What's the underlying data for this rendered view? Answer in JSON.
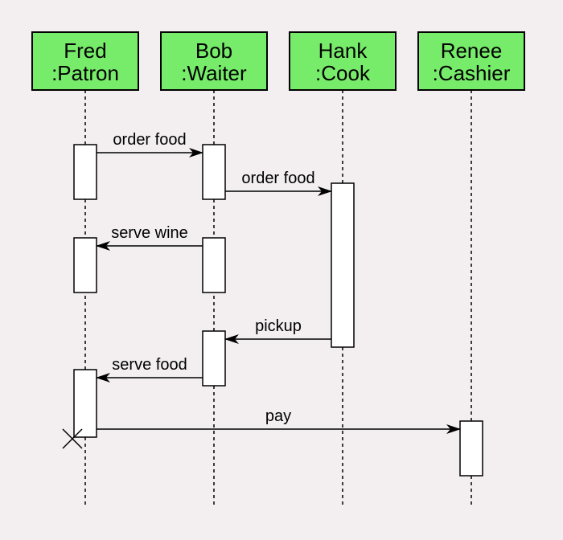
{
  "diagram": {
    "type": "sequence",
    "colors": {
      "background": "#f3eff0",
      "participant_fill": "#77ec6a",
      "stroke": "#000000",
      "activation_fill": "#ffffff"
    },
    "participants": [
      {
        "id": "fred",
        "name": "Fred",
        "role": ":Patron"
      },
      {
        "id": "bob",
        "name": "Bob",
        "role": ":Waiter"
      },
      {
        "id": "hank",
        "name": "Hank",
        "role": ":Cook"
      },
      {
        "id": "renee",
        "name": "Renee",
        "role": ":Cashier"
      }
    ],
    "messages": [
      {
        "from": "fred",
        "to": "bob",
        "label": "order food"
      },
      {
        "from": "bob",
        "to": "hank",
        "label": "order food"
      },
      {
        "from": "bob",
        "to": "fred",
        "label": "serve wine"
      },
      {
        "from": "hank",
        "to": "bob",
        "label": "pickup"
      },
      {
        "from": "bob",
        "to": "fred",
        "label": "serve food"
      },
      {
        "from": "fred",
        "to": "renee",
        "label": "pay"
      }
    ],
    "destroyed": "fred"
  }
}
